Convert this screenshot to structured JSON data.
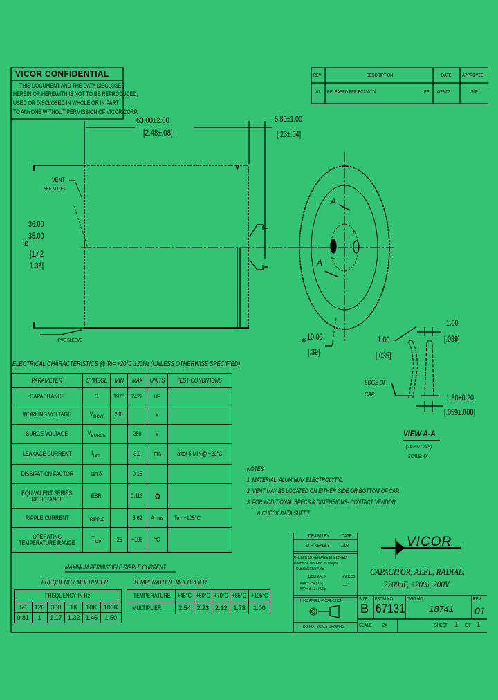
{
  "confidential": {
    "title": "VICOR   CONFIDENTIAL",
    "lines": [
      "THIS DOCUMENT AND THE DATA DISCLOSED",
      "HEREIN OR HEREWITH IS NOT TO BE REPRODUCED,",
      "USED OR DISCLOSED IN WHOLE OR IN PART",
      "TO ANYONE WITHOUT PERMISSION OF VICOR CORP."
    ]
  },
  "revision_block": {
    "headers": {
      "rev": "REV",
      "description": "DESCRIPTION",
      "date": "DATE",
      "approved": "APPROVED"
    },
    "rows": [
      {
        "rev": "01",
        "description": "RELEASED PER EC230174",
        "by": "PE",
        "date": "4/29/02",
        "approved": "JNR"
      }
    ]
  },
  "dimensions": {
    "length_mm": "63.00±2.00",
    "length_in": "[2.48±.08]",
    "lead_mm": "5.80±1.00",
    "lead_in": "[.23±.04]",
    "dia_max_mm": "36.00",
    "dia_min_mm": "35.00",
    "dia_symbol": "ø",
    "dia_max_in": "[1.42",
    "dia_min_in": "1.36]",
    "vent_label": "VENT",
    "vent_note": "SEE NOTE 2",
    "sleeve_label": "PVC SLEEVE",
    "pin_dia_mm": "10.00",
    "pin_dia_in": "[.39]",
    "section_label_a": "A",
    "plus_mark": "+",
    "minus_mark": "−"
  },
  "view_aa": {
    "dim_left_mm": "1.00",
    "dim_left_in": "[.035]",
    "dim_top_mm": "1.00",
    "dim_top_in": "[.039]",
    "dim_bottom_mm": "1.50±0.20",
    "dim_bottom_in": "[.059±.008]",
    "edge_label_1": "EDGE OF",
    "edge_label_2": "CAP",
    "title": "VIEW A-A",
    "subtitle": "(2X PIN DIMS)",
    "scale": "SCALE: 4X"
  },
  "electrical": {
    "heading": "ELECTRICAL CHARACTERISTICS @ To= +20°C 120Hz (UNLESS OTHERWISE SPECIFIED)",
    "headers": [
      "PARAMETER",
      "SYMBOL",
      "MIN",
      "MAX",
      "UNITS",
      "TEST CONDITIONS"
    ],
    "rows": [
      {
        "param": "CAPACITANCE",
        "symbol": "C",
        "sub": "",
        "min": "1978",
        "max": "2422",
        "units": "uF",
        "cond": ""
      },
      {
        "param": "WORKING VOLTAGE",
        "symbol": "V",
        "sub": "DCW",
        "min": "200",
        "max": "",
        "units": "V",
        "cond": ""
      },
      {
        "param": "SURGE VOLTAGE",
        "symbol": "V",
        "sub": "SURGE",
        "min": "",
        "max": "250",
        "units": "V",
        "cond": ""
      },
      {
        "param": "LEAKAGE CURRENT",
        "symbol": "I",
        "sub": "DCL",
        "min": "",
        "max": "3.0",
        "units": "mA",
        "cond": "after 5 MIN@ +20°C"
      },
      {
        "param": "DISSIPATION FACTOR",
        "symbol": "tan δ",
        "sub": "",
        "min": "",
        "max": "0.15",
        "units": "",
        "cond": ""
      },
      {
        "param": "EQUIVALENT SERIES",
        "param2": "RESISTANCE",
        "symbol": "ESR",
        "sub": "",
        "min": "",
        "max": "0.113",
        "units": "Ω",
        "cond": ""
      },
      {
        "param": "RIPPLE CURRENT",
        "symbol": "I",
        "sub": "RIPPLE",
        "min": "",
        "max": "3.62",
        "units": "A rms",
        "cond": "To= +105°C"
      },
      {
        "param": "OPERATING",
        "param2": "TEMPERATURE RANGE",
        "symbol": "T",
        "sub": "OP",
        "min": "-25",
        "max": "+105",
        "units": "°C",
        "cond": ""
      }
    ]
  },
  "notes": {
    "title": "NOTES:",
    "items": [
      "1. MATERIAL: ALUMINUM ELECTROLYTIC.",
      "2. VENT MAY BE LOCATED ON EITHER SIDE OR BOTTOM OF CAP.",
      "3. FOR ADDITIONAL SPECS & DIMENSIONS- CONTACT VENDOR",
      "& CHECK DATA SHEET."
    ]
  },
  "ripple": {
    "title": "MAXIMUM PERMISSIBLE RIPPLE CURRENT",
    "freq_title": "FREQUENCY MULTIPLIER",
    "freq_header": "FREQUENCY IN Hz",
    "freq_values": [
      "50",
      "120",
      "300",
      "1K",
      "10K",
      "100K"
    ],
    "freq_mult": [
      "0.81",
      "1",
      "1.17",
      "1.32",
      "1.45",
      "1.50"
    ],
    "temp_title": "TEMPERATURE MULTIPLIER",
    "temp_label": "TEMPERATURE",
    "temp_values": [
      "+45°C",
      "+60°C",
      "+70°C",
      "+85°C",
      "+105°C"
    ],
    "mult_label": "MULTIPLIER",
    "temp_mult": [
      "2.54",
      "2.23",
      "2.12",
      "1.73",
      "1.00"
    ]
  },
  "title_block": {
    "drawn_by_label": "DRAWN BY",
    "date_label": "DATE",
    "drawn_by": "D.P. KEALEY",
    "date": "1/02",
    "tol_1": "UNLESS OTHERWISE SPECIFIED",
    "tol_2": "DIMENSIONS ARE IN MM[IN]",
    "tol_3": "TOLERANCES ARE",
    "decimals_label": "DECIMALS",
    "angles_label": "ANGLES",
    "dec_1": ".XX= ±.254 [.01]",
    "dec_2": ".XXX= ±.127 [.005]",
    "angle_tol": "±.1°",
    "projection": "THIRD ANGLE PROJECTION",
    "do_not_scale": "DO NOT SCALE DRAWING",
    "company": "VICOR",
    "part_title_1": "CAPACITOR, ALEL, RADIAL,",
    "part_title_2": "2200uF, ±20%, 200V",
    "size_label": "SIZE",
    "size": "B",
    "fscm_label": "FSCM NO.",
    "fscm": "67131",
    "dwg_label": "DWG NO.",
    "dwg": "18741",
    "rev_label": "REV",
    "rev": "01",
    "scale_label": "SCALE",
    "scale": "2X",
    "sheet_label": "SHEET",
    "sheet": "1",
    "of_label": "OF",
    "sheet_total": "1"
  }
}
